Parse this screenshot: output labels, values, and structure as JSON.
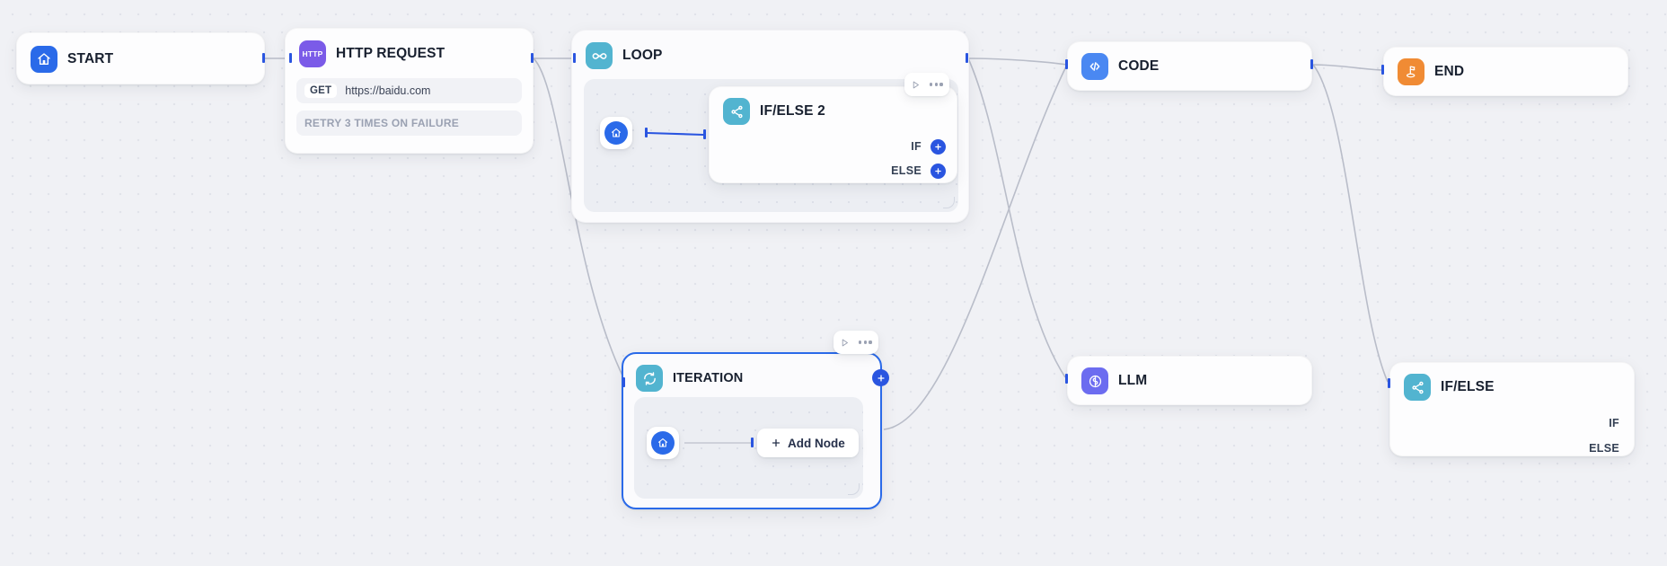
{
  "canvas": {
    "background_color": "#f0f1f5",
    "grid": "dot-grid"
  },
  "nodes": {
    "start": {
      "title": "START",
      "icon": "home-icon",
      "icon_color": "#2a6ae9"
    },
    "http": {
      "title": "HTTP REQUEST",
      "icon": "http-icon",
      "icon_color": "#7b5be8",
      "icon_text": "HTTP",
      "method": "GET",
      "url": "https://baidu.com",
      "retry": "RETRY 3 TIMES ON FAILURE"
    },
    "loop": {
      "title": "LOOP",
      "icon": "infinity-icon",
      "icon_color": "#52b4d0"
    },
    "ifelse2": {
      "title": "IF/ELSE 2",
      "icon": "branch-icon",
      "icon_color": "#52b4d0",
      "branches": [
        {
          "label": "IF",
          "add": "+"
        },
        {
          "label": "ELSE",
          "add": "+"
        }
      ]
    },
    "iteration": {
      "title": "ITERATION",
      "icon": "refresh-icon",
      "icon_color": "#52b4d0",
      "selected": true,
      "add_node_label": "Add Node",
      "corner_add": "+"
    },
    "code": {
      "title": "CODE",
      "icon": "code-icon",
      "icon_color": "#4a88f2"
    },
    "end": {
      "title": "END",
      "icon": "flag-icon",
      "icon_color": "#f08b34"
    },
    "llm": {
      "title": "LLM",
      "icon": "llm-icon",
      "icon_color": "#6c6cf0"
    },
    "ifelse": {
      "title": "IF/ELSE",
      "icon": "branch-icon",
      "icon_color": "#52b4d0",
      "branches": [
        {
          "label": "IF"
        },
        {
          "label": "ELSE"
        }
      ]
    }
  },
  "toolbars": {
    "loop": {
      "run": "run-icon",
      "more": "more-icon"
    },
    "iteration": {
      "run": "run-icon",
      "more": "more-icon"
    }
  },
  "colors": {
    "accent": "#2a55e0",
    "edge": "#b9bdc9",
    "selected_edge": "#2a55e0"
  }
}
